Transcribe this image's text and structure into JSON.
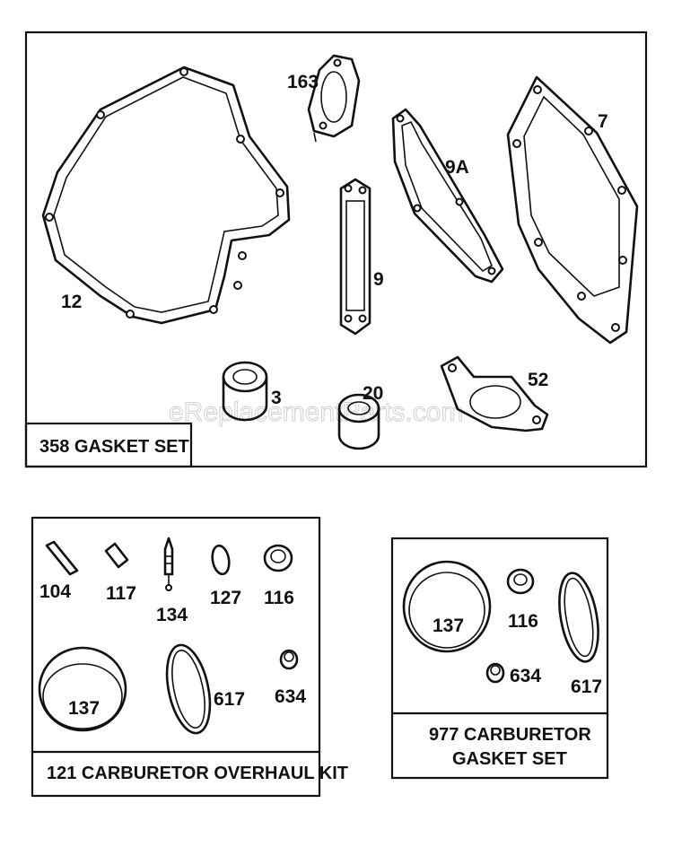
{
  "watermark": "eReplacementParts.com",
  "panels": {
    "gasket_set": {
      "title": "358 GASKET SET",
      "labels": [
        "12",
        "163",
        "9A",
        "7",
        "9",
        "3",
        "20",
        "52"
      ]
    },
    "overhaul_kit": {
      "title": "121 CARBURETOR OVERHAUL KIT",
      "labels": [
        "104",
        "117",
        "134",
        "127",
        "116",
        "137",
        "617",
        "634"
      ]
    },
    "carb_gasket_set": {
      "title_line1": "977 CARBURETOR",
      "title_line2": "GASKET SET",
      "labels": [
        "137",
        "116",
        "634",
        "617"
      ]
    }
  }
}
